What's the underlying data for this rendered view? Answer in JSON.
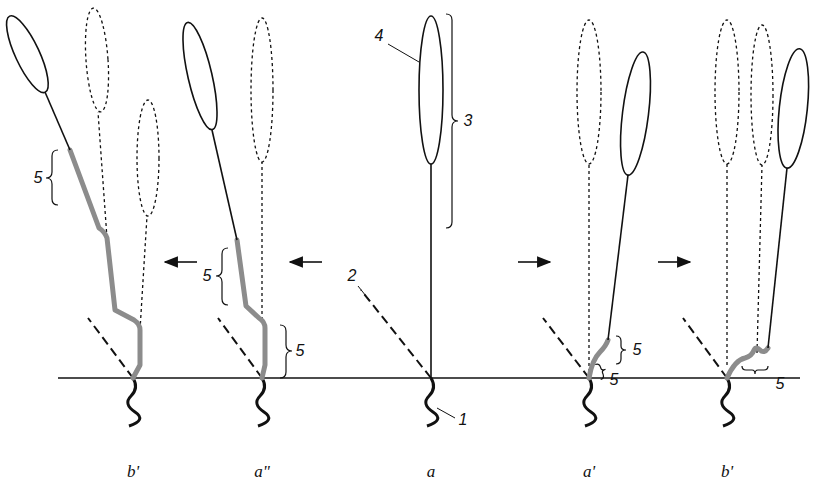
{
  "diagram": {
    "labels": [
      "5",
      "5",
      "5",
      "4",
      "3",
      "2",
      "1",
      "5",
      "5",
      "5",
      "b'",
      "a\"",
      "a",
      "a'",
      "b'"
    ]
  }
}
